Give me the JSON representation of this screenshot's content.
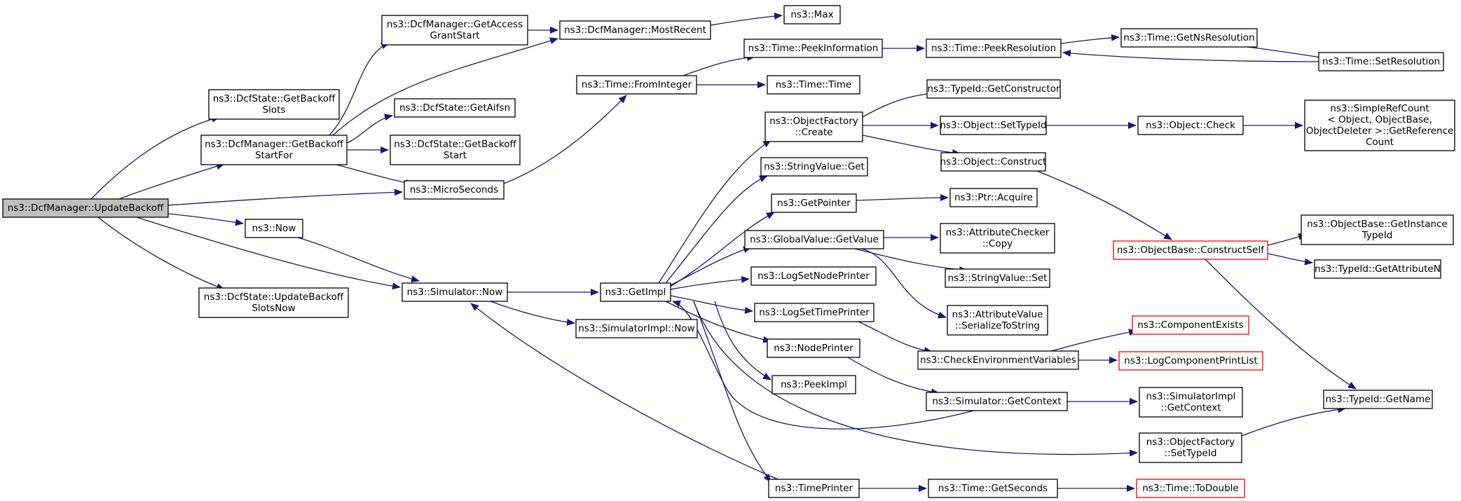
{
  "colors": {
    "edge": "#191970",
    "node_border": "#000000",
    "node_fill": "#ffffff",
    "root_fill": "#bfbfbf",
    "truncated_border": "#ff0000"
  },
  "nodes": [
    {
      "id": "updatebackoff",
      "lines": [
        "ns3::DcfManager::UpdateBackoff"
      ],
      "root": true
    },
    {
      "id": "getbackoffslots",
      "lines": [
        "ns3::DcfState::GetBackoff",
        "Slots"
      ]
    },
    {
      "id": "getbackoffstartfor",
      "lines": [
        "ns3::DcfManager::GetBackoff",
        "StartFor"
      ]
    },
    {
      "id": "now",
      "lines": [
        "ns3::Now"
      ]
    },
    {
      "id": "updatebackoffslotsnow",
      "lines": [
        "ns3::DcfState::UpdateBackoff",
        "SlotsNow"
      ]
    },
    {
      "id": "getaccessgrantstart",
      "lines": [
        "ns3::DcfManager::GetAccess",
        "GrantStart"
      ]
    },
    {
      "id": "getaifsn",
      "lines": [
        "ns3::DcfState::GetAifsn"
      ]
    },
    {
      "id": "getbackoffstart",
      "lines": [
        "ns3::DcfState::GetBackoff",
        "Start"
      ]
    },
    {
      "id": "microseconds",
      "lines": [
        "ns3::MicroSeconds"
      ]
    },
    {
      "id": "simnow",
      "lines": [
        "ns3::Simulator::Now"
      ]
    },
    {
      "id": "mostrecent",
      "lines": [
        "ns3::DcfManager::MostRecent"
      ]
    },
    {
      "id": "max",
      "lines": [
        "ns3::Max"
      ]
    },
    {
      "id": "frominteger",
      "lines": [
        "ns3::Time::FromInteger"
      ]
    },
    {
      "id": "getimpl",
      "lines": [
        "ns3::GetImpl"
      ]
    },
    {
      "id": "simimplnow",
      "lines": [
        "ns3::SimulatorImpl::Now"
      ]
    },
    {
      "id": "peekinformation",
      "lines": [
        "ns3::Time::PeekInformation"
      ]
    },
    {
      "id": "timetime",
      "lines": [
        "ns3::Time::Time"
      ]
    },
    {
      "id": "ofcreate",
      "lines": [
        "ns3::ObjectFactory",
        "::Create"
      ]
    },
    {
      "id": "stringvalueget",
      "lines": [
        "ns3::StringValue::Get"
      ]
    },
    {
      "id": "getpointer",
      "lines": [
        "ns3::GetPointer"
      ]
    },
    {
      "id": "gvgetvalue",
      "lines": [
        "ns3::GlobalValue::GetValue"
      ]
    },
    {
      "id": "logsetnodeprinter",
      "lines": [
        "ns3::LogSetNodePrinter"
      ]
    },
    {
      "id": "logsettimeprinter",
      "lines": [
        "ns3::LogSetTimePrinter"
      ]
    },
    {
      "id": "nodeprinter",
      "lines": [
        "ns3::NodePrinter"
      ]
    },
    {
      "id": "peekimpl",
      "lines": [
        "ns3::PeekImpl"
      ]
    },
    {
      "id": "timeprinter",
      "lines": [
        "ns3::TimePrinter"
      ]
    },
    {
      "id": "peekresolution",
      "lines": [
        "ns3::Time::PeekResolution"
      ]
    },
    {
      "id": "getnsresolution",
      "lines": [
        "ns3::Time::GetNsResolution"
      ]
    },
    {
      "id": "setresolution",
      "lines": [
        "ns3::Time::SetResolution"
      ]
    },
    {
      "id": "getconstructor",
      "lines": [
        "ns3::TypeId::GetConstructor"
      ]
    },
    {
      "id": "settypeid",
      "lines": [
        "ns3::Object::SetTypeId"
      ]
    },
    {
      "id": "objectcheck",
      "lines": [
        "ns3::Object::Check"
      ]
    },
    {
      "id": "getreferencecount",
      "lines": [
        "ns3::SimpleRefCount",
        "< Object, ObjectBase,",
        "ObjectDeleter >::GetReference",
        "Count"
      ]
    },
    {
      "id": "objectconstruct",
      "lines": [
        "ns3::Object::Construct"
      ]
    },
    {
      "id": "ptracquire",
      "lines": [
        "ns3::Ptr::Acquire"
      ]
    },
    {
      "id": "accopy",
      "lines": [
        "ns3::AttributeChecker",
        "::Copy"
      ]
    },
    {
      "id": "stringvalueset",
      "lines": [
        "ns3::StringValue::Set"
      ]
    },
    {
      "id": "avserialize",
      "lines": [
        "ns3::AttributeValue",
        "::SerializeToString"
      ]
    },
    {
      "id": "checkenv",
      "lines": [
        "ns3::CheckEnvironmentVariables"
      ]
    },
    {
      "id": "simgetcontext",
      "lines": [
        "ns3::Simulator::GetContext"
      ]
    },
    {
      "id": "timegetseconds",
      "lines": [
        "ns3::Time::GetSeconds"
      ]
    },
    {
      "id": "componentexists",
      "lines": [
        "ns3::ComponentExists"
      ],
      "truncated": true
    },
    {
      "id": "logcomponentprintlist",
      "lines": [
        "ns3::LogComponentPrintList"
      ],
      "truncated": true
    },
    {
      "id": "simimplgetcontext",
      "lines": [
        "ns3::SimulatorImpl",
        "::GetContext"
      ]
    },
    {
      "id": "ofsettypeid",
      "lines": [
        "ns3::ObjectFactory",
        "::SetTypeId"
      ]
    },
    {
      "id": "timetodouble",
      "lines": [
        "ns3::Time::ToDouble"
      ],
      "truncated": true
    },
    {
      "id": "constructself",
      "lines": [
        "ns3::ObjectBase::ConstructSelf"
      ],
      "truncated": true
    },
    {
      "id": "getinstancetypeid",
      "lines": [
        "ns3::ObjectBase::GetInstance",
        "TypeId"
      ]
    },
    {
      "id": "getattributen",
      "lines": [
        "ns3::TypeId::GetAttributeN"
      ]
    },
    {
      "id": "typeidgetname",
      "lines": [
        "ns3::TypeId::GetName"
      ]
    }
  ],
  "edges": [
    [
      "updatebackoff",
      "getbackoffslots"
    ],
    [
      "updatebackoff",
      "getbackoffstartfor"
    ],
    [
      "updatebackoff",
      "microseconds"
    ],
    [
      "updatebackoff",
      "now"
    ],
    [
      "updatebackoff",
      "simnow"
    ],
    [
      "updatebackoff",
      "updatebackoffslotsnow"
    ],
    [
      "getbackoffstartfor",
      "getaccessgrantstart"
    ],
    [
      "getbackoffstartfor",
      "mostrecent"
    ],
    [
      "getbackoffstartfor",
      "getaifsn"
    ],
    [
      "getbackoffstartfor",
      "getbackoffstart"
    ],
    [
      "getbackoffstartfor",
      "microseconds"
    ],
    [
      "getaccessgrantstart",
      "mostrecent"
    ],
    [
      "mostrecent",
      "max"
    ],
    [
      "microseconds",
      "frominteger"
    ],
    [
      "now",
      "simnow"
    ],
    [
      "simnow",
      "getimpl"
    ],
    [
      "simnow",
      "simimplnow"
    ],
    [
      "frominteger",
      "peekinformation"
    ],
    [
      "frominteger",
      "timetime"
    ],
    [
      "peekinformation",
      "peekresolution"
    ],
    [
      "peekresolution",
      "getnsresolution"
    ],
    [
      "getnsresolution",
      "setresolution"
    ],
    [
      "setresolution",
      "peekresolution"
    ],
    [
      "getimpl",
      "ofcreate"
    ],
    [
      "getimpl",
      "stringvalueget"
    ],
    [
      "getimpl",
      "getpointer"
    ],
    [
      "getimpl",
      "gvgetvalue"
    ],
    [
      "getimpl",
      "logsetnodeprinter"
    ],
    [
      "getimpl",
      "logsettimeprinter"
    ],
    [
      "getimpl",
      "nodeprinter"
    ],
    [
      "getimpl",
      "peekimpl"
    ],
    [
      "getimpl",
      "timeprinter"
    ],
    [
      "getimpl",
      "ofsettypeid"
    ],
    [
      "ofcreate",
      "getconstructor"
    ],
    [
      "ofcreate",
      "settypeid"
    ],
    [
      "ofcreate",
      "objectconstruct"
    ],
    [
      "settypeid",
      "objectcheck"
    ],
    [
      "objectcheck",
      "getreferencecount"
    ],
    [
      "objectconstruct",
      "constructself"
    ],
    [
      "getpointer",
      "ptracquire"
    ],
    [
      "gvgetvalue",
      "accopy"
    ],
    [
      "gvgetvalue",
      "stringvalueset"
    ],
    [
      "gvgetvalue",
      "avserialize"
    ],
    [
      "logsettimeprinter",
      "checkenv"
    ],
    [
      "nodeprinter",
      "simgetcontext"
    ],
    [
      "timeprinter",
      "timegetseconds"
    ],
    [
      "timeprinter",
      "simnow"
    ],
    [
      "simgetcontext",
      "getimpl"
    ],
    [
      "simgetcontext",
      "simimplgetcontext"
    ],
    [
      "checkenv",
      "componentexists"
    ],
    [
      "checkenv",
      "logcomponentprintlist"
    ],
    [
      "timegetseconds",
      "timetodouble"
    ],
    [
      "constructself",
      "getinstancetypeid"
    ],
    [
      "constructself",
      "getattributen"
    ],
    [
      "constructself",
      "typeidgetname"
    ],
    [
      "ofsettypeid",
      "typeidgetname"
    ]
  ]
}
